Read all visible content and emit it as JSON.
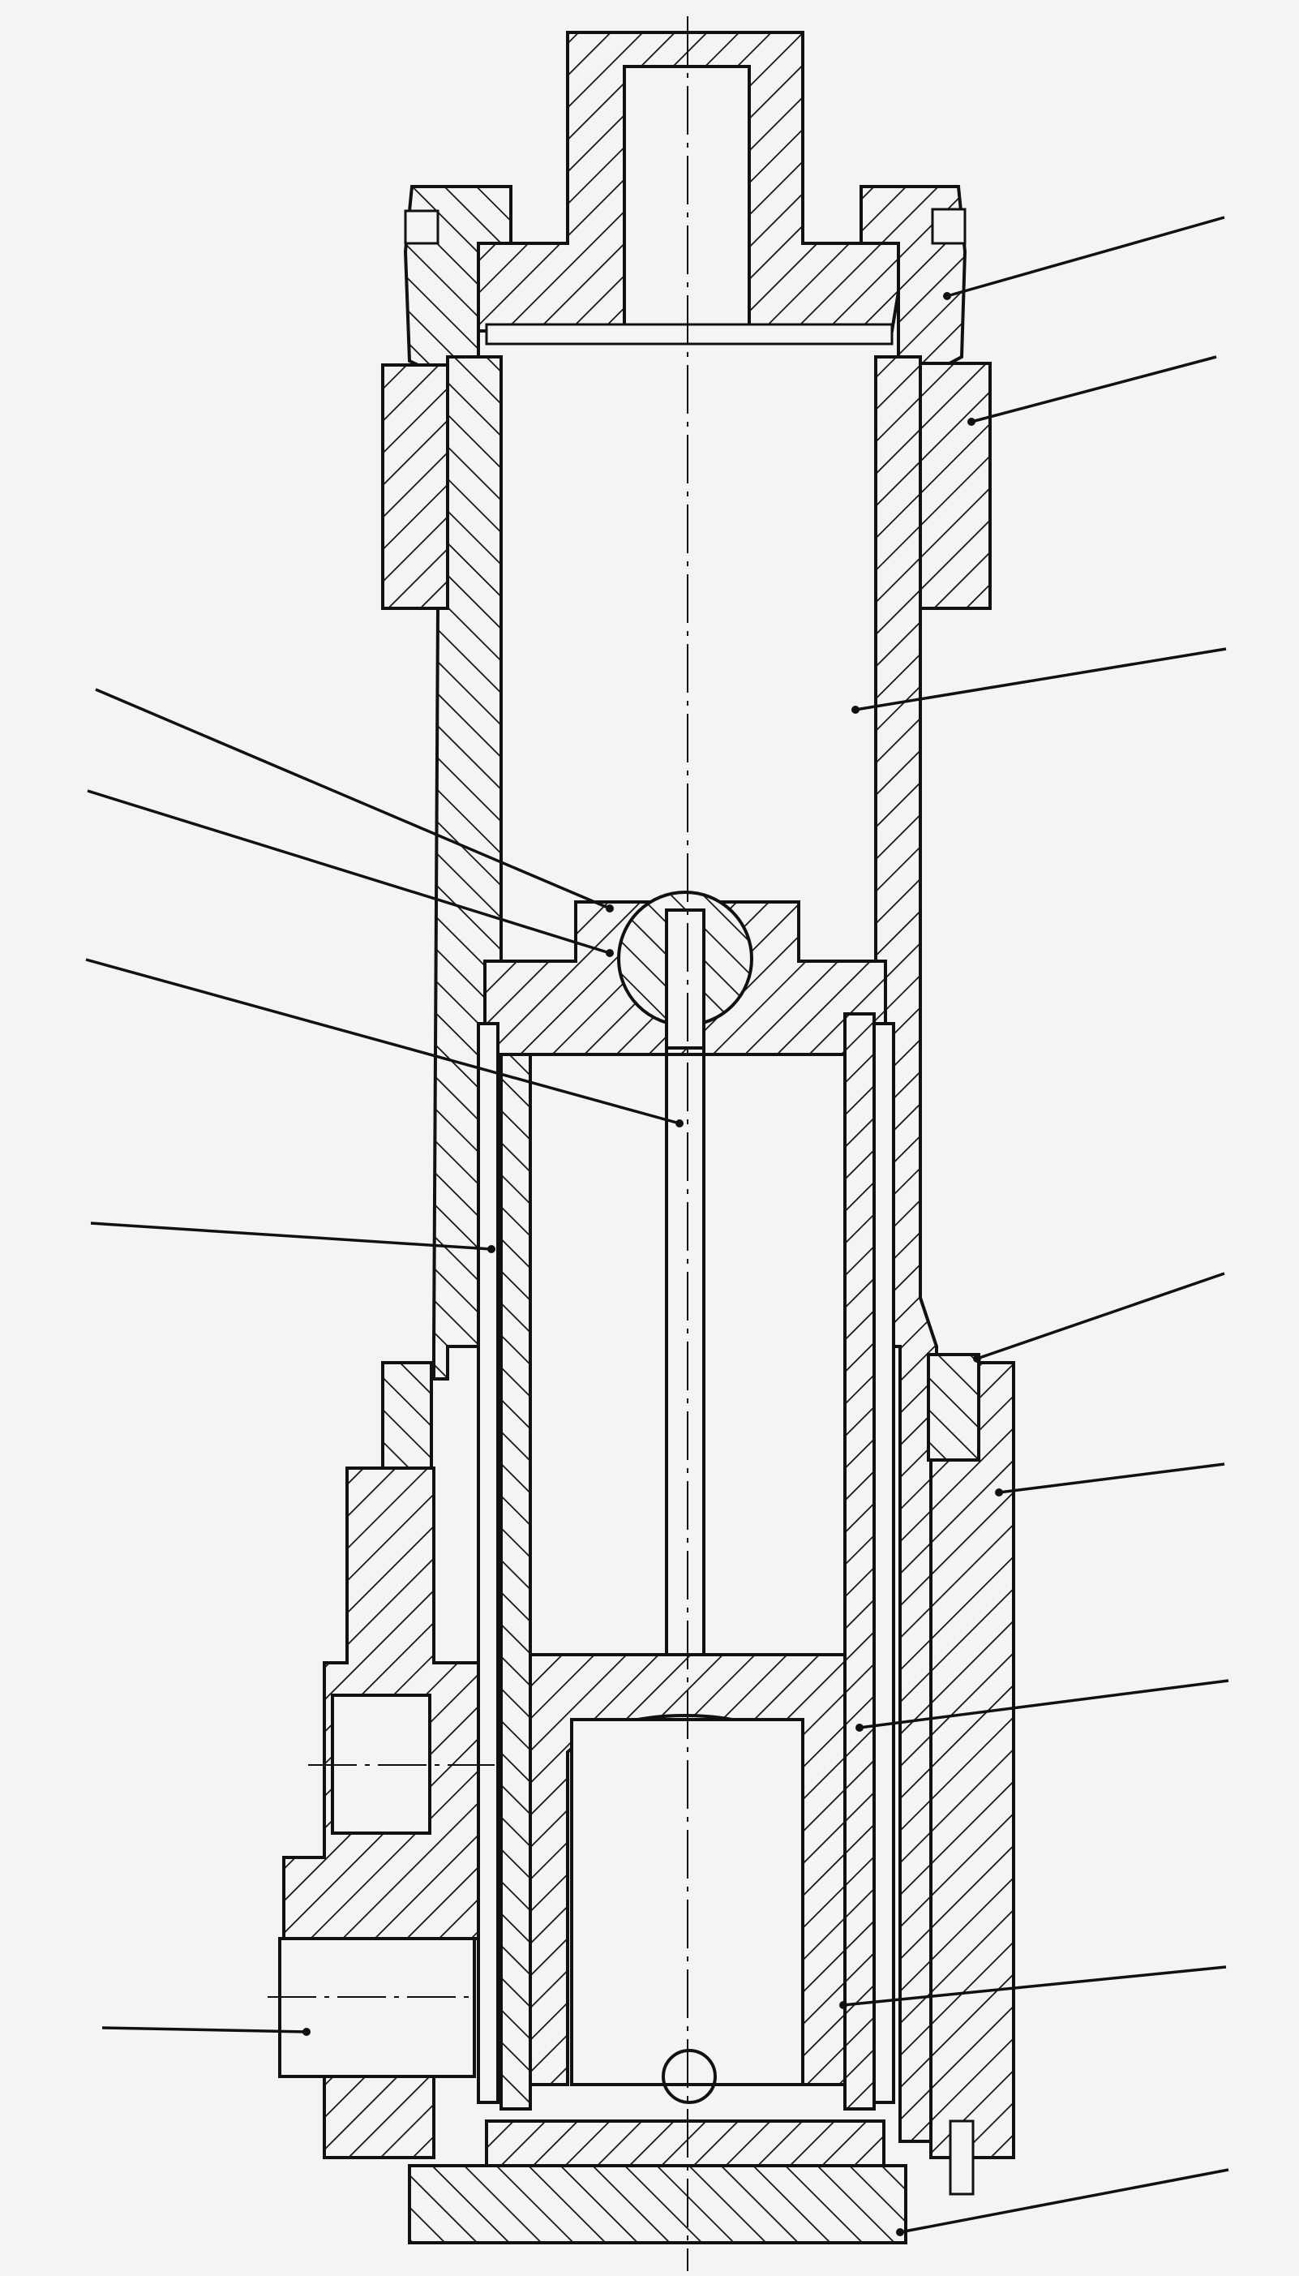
{
  "drawing": {
    "background": "#f4f4f2",
    "line_color": "#111111",
    "callouts": [
      {
        "id": "top-nut",
        "side": "right"
      },
      {
        "id": "upper-collar",
        "side": "right"
      },
      {
        "id": "cylinder-bore",
        "side": "right"
      },
      {
        "id": "piston-seal",
        "side": "left"
      },
      {
        "id": "ball-joint",
        "side": "left"
      },
      {
        "id": "piston-rod",
        "side": "left"
      },
      {
        "id": "guide-tube",
        "side": "left"
      },
      {
        "id": "lower-flange-bolt",
        "side": "right"
      },
      {
        "id": "lower-housing",
        "side": "right"
      },
      {
        "id": "inner-sleeve",
        "side": "right"
      },
      {
        "id": "sleeve-wall",
        "side": "right"
      },
      {
        "id": "port-fitting",
        "side": "left"
      },
      {
        "id": "base-plate",
        "side": "right"
      }
    ]
  }
}
